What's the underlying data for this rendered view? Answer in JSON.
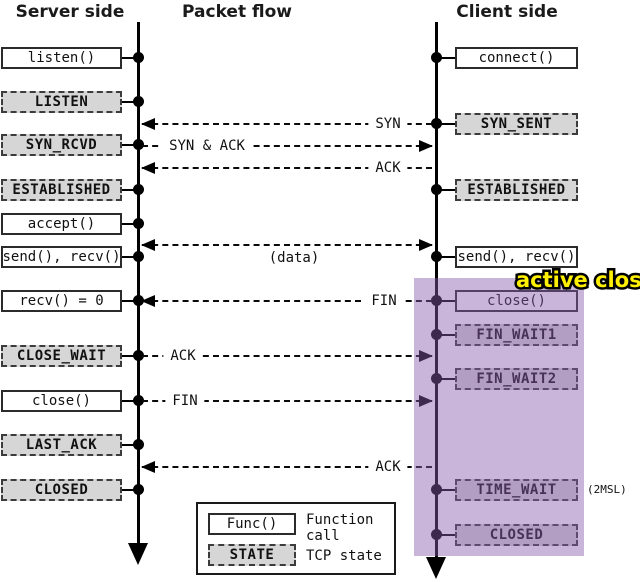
{
  "headers": {
    "server": "Server side",
    "flow": "Packet flow",
    "client": "Client side"
  },
  "server_rows": [
    {
      "label": "listen()",
      "kind": "func"
    },
    {
      "label": "LISTEN",
      "kind": "state"
    },
    {
      "label": "SYN_RCVD",
      "kind": "state"
    },
    {
      "label": "ESTABLISHED",
      "kind": "state"
    },
    {
      "label": "accept()",
      "kind": "func"
    },
    {
      "label": "send(), recv()",
      "kind": "func"
    },
    {
      "label": "recv() = 0",
      "kind": "func"
    },
    {
      "label": "CLOSE_WAIT",
      "kind": "state"
    },
    {
      "label": "close()",
      "kind": "func"
    },
    {
      "label": "LAST_ACK",
      "kind": "state"
    },
    {
      "label": "CLOSED",
      "kind": "state"
    }
  ],
  "client_rows": [
    {
      "label": "connect()",
      "kind": "func"
    },
    {
      "label": "SYN_SENT",
      "kind": "state"
    },
    {
      "label": "ESTABLISHED",
      "kind": "state"
    },
    {
      "label": "send(), recv()",
      "kind": "func"
    },
    {
      "label": "close()",
      "kind": "func"
    },
    {
      "label": "FIN_WAIT1",
      "kind": "state"
    },
    {
      "label": "FIN_WAIT2",
      "kind": "state"
    },
    {
      "label": "TIME_WAIT",
      "kind": "state"
    },
    {
      "label": "CLOSED",
      "kind": "state"
    }
  ],
  "packets": [
    {
      "label": "SYN",
      "from": "client",
      "to": "server"
    },
    {
      "label": "SYN & ACK",
      "from": "server",
      "to": "client"
    },
    {
      "label": "ACK",
      "from": "client",
      "to": "server"
    },
    {
      "label": "(data)",
      "from": "both",
      "to": "both"
    },
    {
      "label": "FIN",
      "from": "client",
      "to": "server"
    },
    {
      "label": "ACK",
      "from": "server",
      "to": "client"
    },
    {
      "label": "FIN",
      "from": "server",
      "to": "client"
    },
    {
      "label": "ACK",
      "from": "client",
      "to": "server"
    }
  ],
  "annotations": {
    "active_close": "active close",
    "time_wait_note": "(2MSL)"
  },
  "legend": {
    "func_sample": "Func()",
    "func_label": "Function call",
    "state_sample": "STATE",
    "state_label": "TCP state"
  },
  "colors": {
    "state_box_fill": "#d6d6d6",
    "highlight_overlay": "rgba(135,88,173,0.45)",
    "active_close_text": "#ffef00"
  }
}
